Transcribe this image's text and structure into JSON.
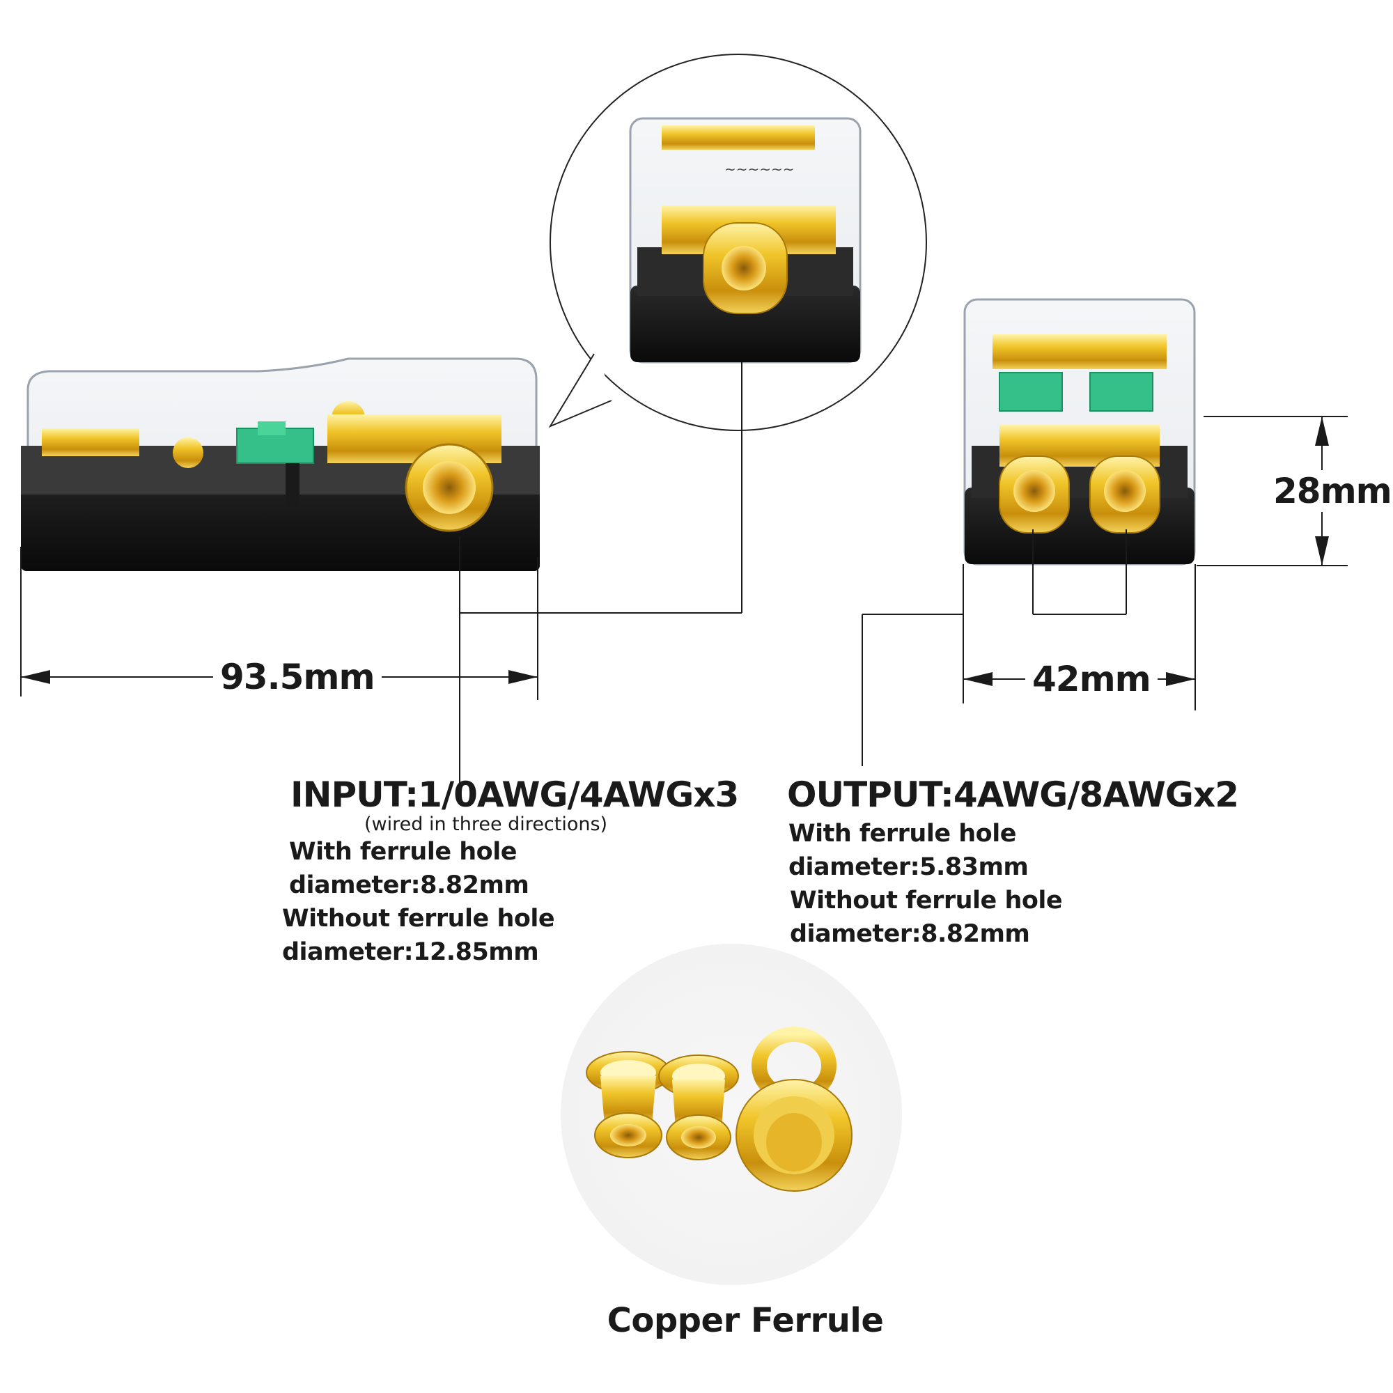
{
  "dimensions": {
    "length": "93.5mm",
    "width": "42mm",
    "height": "28mm"
  },
  "input": {
    "title": "INPUT:1/0AWG/4AWGx3",
    "note": "(wired in three directions)",
    "with_ferrule": "With ferrule hole diameter:8.82mm",
    "without_ferrule": "Without ferrule hole diameter:12.85mm"
  },
  "output": {
    "title": "OUTPUT:4AWG/8AWGx2",
    "with_ferrule": "With ferrule hole diameter:5.83mm",
    "without_ferrule": "Without ferrule hole diameter:8.82mm"
  },
  "ferrule": {
    "caption": "Copper Ferrule"
  },
  "colors": {
    "gold": "#e8b81a",
    "housing_black": "#151515",
    "fuse_green": "#2fbf8a",
    "line": "#1a1a1a"
  }
}
